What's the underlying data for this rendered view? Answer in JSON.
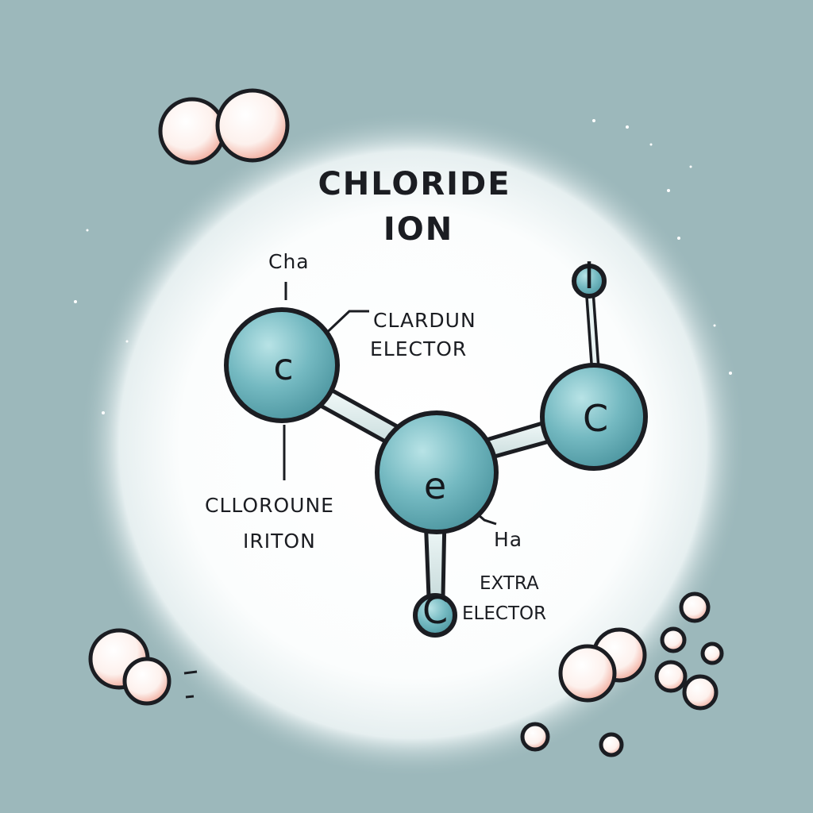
{
  "title": {
    "line1": "CHLORIDE",
    "line2": "ION"
  },
  "labels": {
    "top_left": "Cha",
    "carbon_callout_line1": "CLARDUN",
    "carbon_callout_line2": "ELECTOR",
    "left_callout_line1": "CLLOROUNE",
    "left_callout_line2": "IRITON",
    "h_label": "Ha",
    "extra_line1": "EXTRA",
    "extra_line2": "ELECTOR"
  },
  "atoms": {
    "left": "c",
    "center": "e",
    "right": "C",
    "top_right": "I",
    "bottom": "C"
  },
  "colors": {
    "background": "#9cb8bb",
    "glow": "#ffffff",
    "atom_fill": "#78bcc4",
    "outline": "#1b1d22",
    "ball_fill": "#fff6f3",
    "ball_blush": "#e9836f"
  }
}
